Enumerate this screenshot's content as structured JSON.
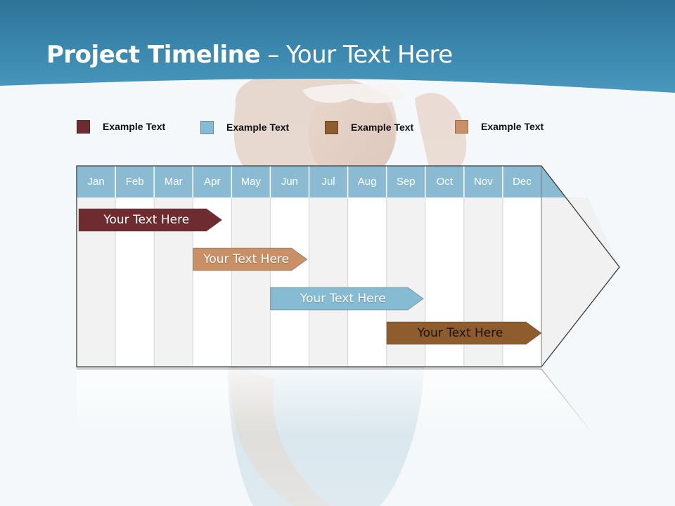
{
  "title": {
    "bold": "Project Timeline",
    "rest": " – Your Text Here"
  },
  "colors": {
    "header": "#3e8eb4",
    "header_dark": "#2a6a8e",
    "month_header": "#8bbbd3",
    "maroon": "#6e2c30",
    "light_blue": "#86bbd4",
    "brown": "#8f5c2d",
    "tan": "#c99066"
  },
  "legend": [
    {
      "label": "Example Text",
      "color": "#6e2c30"
    },
    {
      "label": "Example Text",
      "color": "#86bbd4"
    },
    {
      "label": "Example Text",
      "color": "#8f5c2d"
    },
    {
      "label": "Example Text",
      "color": "#c99066"
    }
  ],
  "months": [
    "Jan",
    "Feb",
    "Mar",
    "Apr",
    "May",
    "Jun",
    "Jul",
    "Aug",
    "Sep",
    "Oct",
    "Nov",
    "Dec"
  ],
  "tasks": [
    {
      "label": "Your  Text Here",
      "start_month": 0.0,
      "end_month": 3.75,
      "color": "#6e2c30"
    },
    {
      "label": "Your  Text Here",
      "start_month": 2.95,
      "end_month": 5.95,
      "color": "#c99066"
    },
    {
      "label": "Your  Text Here",
      "start_month": 4.95,
      "end_month": 8.95,
      "color": "#86bbd4"
    },
    {
      "label": "Your  Text Here",
      "start_month": 7.95,
      "end_month": 12.0,
      "color": "#8f5c2d"
    }
  ]
}
